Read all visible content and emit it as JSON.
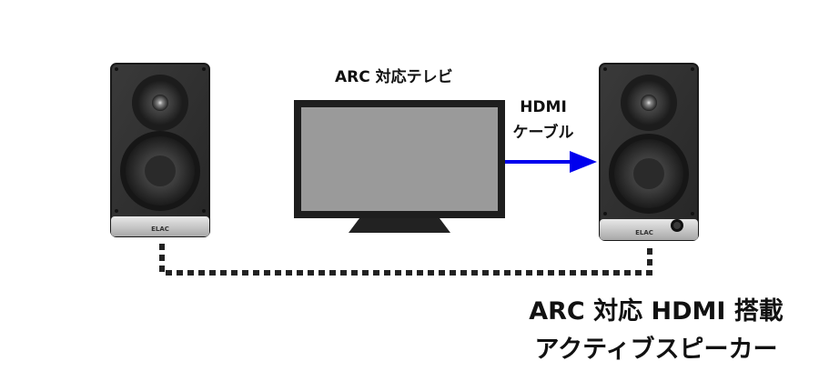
{
  "tv": {
    "label": "ARC 対応テレビ"
  },
  "cable": {
    "label_line1": "HDMI",
    "label_line2": "ケーブル",
    "color": "#0000ee"
  },
  "speakers": {
    "brand": "ELAC"
  },
  "caption": {
    "line1": "ARC 対応 HDMI 搭載",
    "line2": "アクティブスピーカー"
  },
  "colors": {
    "tv_screen": "#9a9a9a",
    "bezel": "#222222",
    "speaker_body": "#2e2e2e",
    "speaker_base": "#c9c9c9",
    "dotted_wire": "#222222"
  }
}
